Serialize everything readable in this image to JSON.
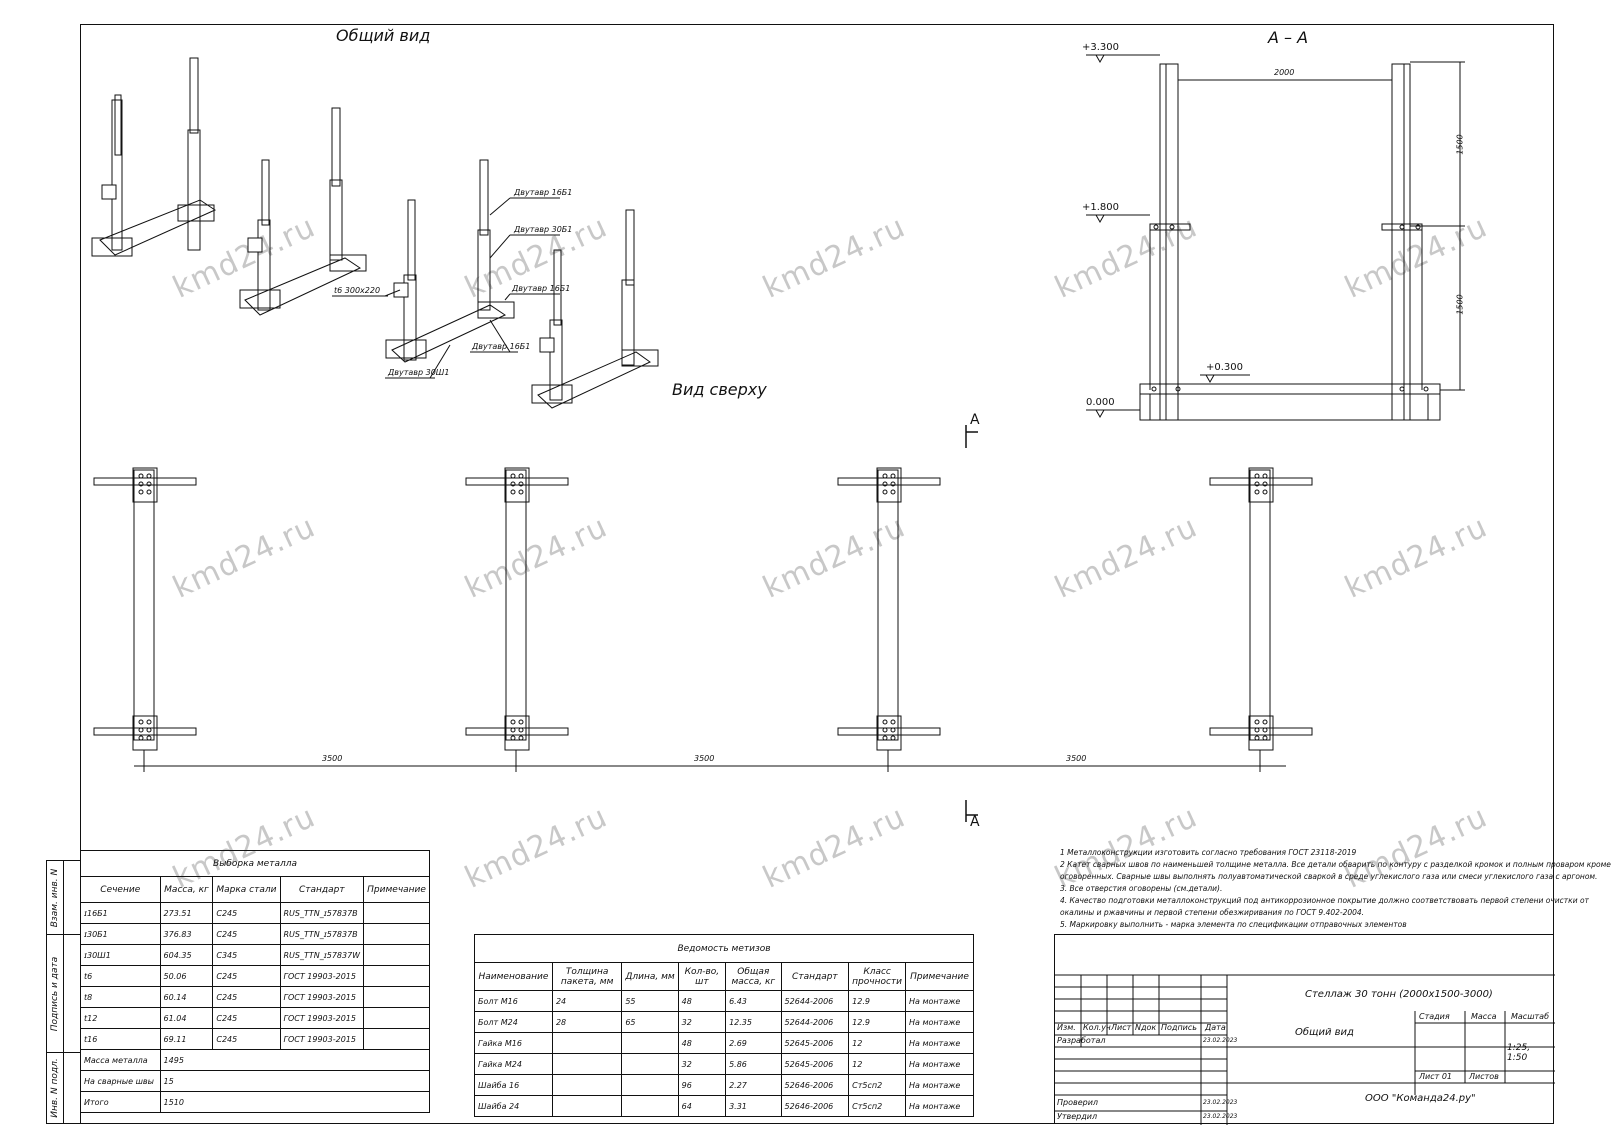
{
  "views": {
    "general_title": "Общий вид",
    "top_title": "Вид сверху",
    "section_title": "А – А",
    "section_mark": "А"
  },
  "callouts": {
    "c1": "Двутавр 16Б1",
    "c2": "Двутавр 30Б1",
    "c3": "Двутавр 16Б1",
    "c4": "Двутавр 16Б1",
    "c5": "Двутавр 30Ш1",
    "c6": "t6 300х220"
  },
  "section_dims": {
    "span": "2000",
    "upper": "1500",
    "lower": "1500",
    "lvl_top": "+3.300",
    "lvl_mid": "+1.800",
    "lvl_beam": "+0.300",
    "lvl_zero": "0.000"
  },
  "plan_dims": [
    "3500",
    "3500",
    "3500"
  ],
  "metal_table": {
    "title": "Выборка металла",
    "headers": [
      "Сечение",
      "Масса, кг",
      "Марка стали",
      "Стандарт",
      "Примечание"
    ],
    "rows": [
      [
        "ɪ16Б1",
        "273.51",
        "С245",
        "RUS_TTN_ɪ57837B",
        ""
      ],
      [
        "ɪ30Б1",
        "376.83",
        "С245",
        "RUS_TTN_ɪ57837B",
        ""
      ],
      [
        "ɪ30Ш1",
        "604.35",
        "С345",
        "RUS_TTN_ɪ57837W",
        ""
      ],
      [
        "t6",
        "50.06",
        "С245",
        "ГОСТ 19903-2015",
        ""
      ],
      [
        "t8",
        "60.14",
        "С245",
        "ГОСТ 19903-2015",
        ""
      ],
      [
        "t12",
        "61.04",
        "С245",
        "ГОСТ 19903-2015",
        ""
      ],
      [
        "t16",
        "69.11",
        "С245",
        "ГОСТ 19903-2015",
        ""
      ]
    ],
    "totals": [
      [
        "Масса металла",
        "1495"
      ],
      [
        "На сварные швы",
        "15"
      ],
      [
        "Итого",
        "1510"
      ]
    ]
  },
  "fastener_table": {
    "title": "Ведомость метизов",
    "headers": [
      "Наименование",
      "Толщина пакета, мм",
      "Длина, мм",
      "Кол-во, шт",
      "Общая масса, кг",
      "Стандарт",
      "Класс прочности",
      "Примечание"
    ],
    "rows": [
      [
        "Болт М16",
        "24",
        "55",
        "48",
        "6.43",
        "52644-2006",
        "12.9",
        "На монтаже"
      ],
      [
        "Болт М24",
        "28",
        "65",
        "32",
        "12.35",
        "52644-2006",
        "12.9",
        "На монтаже"
      ],
      [
        "Гайка М16",
        "",
        "",
        "48",
        "2.69",
        "52645-2006",
        "12",
        "На монтаже"
      ],
      [
        "Гайка М24",
        "",
        "",
        "32",
        "5.86",
        "52645-2006",
        "12",
        "На монтаже"
      ],
      [
        "Шайба 16",
        "",
        "",
        "96",
        "2.27",
        "52646-2006",
        "Ст5сп2",
        "На монтаже"
      ],
      [
        "Шайба 24",
        "",
        "",
        "64",
        "3.31",
        "52646-2006",
        "Ст5сп2",
        "На монтаже"
      ]
    ]
  },
  "notes": [
    "1  Металлоконструкции изготовить согласно требования ГОСТ 23118-2019",
    "2  Катет сварных швов по наименьшей толщине металла. Все детали обварить по контуру с разделкой кромок и полным проваром кроме",
    "оговоренных. Сварные швы выполнять полуавтоматической сваркой в среде углекислого газа или смеси углекислого газа с аргоном.",
    "3. Все отверстия оговорены (см.детали).",
    "4. Качество подготовки металлоконструкций под антикоррозионное покрытие должно соответствовать первой степени очистки от",
    "окалины и  ржавчины и первой степени обезжиривания по ГОСТ 9.402-2004.",
    "5. Маркировку выполнить - марка элемента по спецификации отправочных элементов"
  ],
  "stamp": {
    "project": "Стеллаж 30 тонн (2000х1500-3000)",
    "sheet_name": "Общий вид",
    "cols": [
      "Изм.",
      "Кол.уч",
      "Лист",
      "Nдок",
      "Подпись",
      "Дата"
    ],
    "stage": "Стадия",
    "mass": "Масса",
    "scale": "Масштаб",
    "scale_value": "1:25, 1:50",
    "sheet": "Лист 01",
    "sheets": "Листов",
    "developed": "Разработал",
    "checked": "Проверил",
    "approved": "Утвердил",
    "date": "23.02.2023",
    "company": "ООО \"Команда24.ру\""
  },
  "sidebar": {
    "l1": "Взам. инв. N",
    "l2": "Подпись и дата",
    "l3": "Инв. N подл."
  },
  "watermark": "kmd24.ru"
}
